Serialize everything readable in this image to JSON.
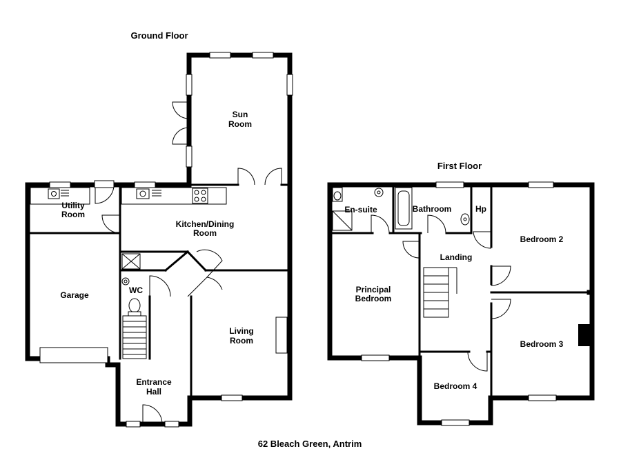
{
  "titles": {
    "ground_floor": "Ground Floor",
    "first_floor": "First Floor",
    "address": "62 Bleach Green, Antrim"
  },
  "ground_rooms": {
    "sun_room_1": "Sun",
    "sun_room_2": "Room",
    "utility_1": "Utility",
    "utility_2": "Room",
    "kitchen_1": "Kitchen/Dining",
    "kitchen_2": "Room",
    "wc": "WC",
    "garage": "Garage",
    "living_1": "Living",
    "living_2": "Room",
    "hall_1": "Entrance",
    "hall_2": "Hall"
  },
  "first_rooms": {
    "ensuite": "En-suite",
    "bathroom": "Bathroom",
    "hp": "Hp",
    "bedroom2": "Bedroom 2",
    "landing": "Landing",
    "principal_1": "Principal",
    "principal_2": "Bedroom",
    "bedroom3": "Bedroom 3",
    "bedroom4": "Bedroom 4"
  }
}
